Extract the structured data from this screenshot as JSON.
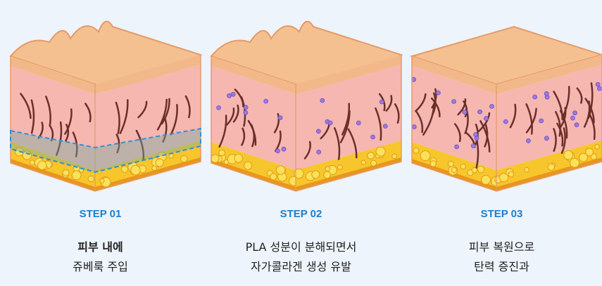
{
  "steps": [
    {
      "label": "STEP 01",
      "line1": "피부 내에",
      "line2": "쥬베룩 주입",
      "line1_bold": true,
      "top": "wavy",
      "highlight": true,
      "particles": false
    },
    {
      "label": "STEP 02",
      "line1": "PLA 성분이 분해되면서",
      "line2": "자가콜라겐 생성 유발",
      "line1_bold": false,
      "top": "wavy",
      "highlight": false,
      "particles": true
    },
    {
      "label": "STEP 03",
      "line1": "피부 복원으로",
      "line2": "탄력 증진과",
      "line1_bold": false,
      "top": "flat",
      "highlight": false,
      "particles": true
    }
  ],
  "colors": {
    "accent": "#1a7fd1",
    "background": "#eef4fb",
    "epidermis": "#f2b88a",
    "dermis": "#f6b7b1",
    "fat": "#f7c62c",
    "particle": "#9b7ae0"
  }
}
